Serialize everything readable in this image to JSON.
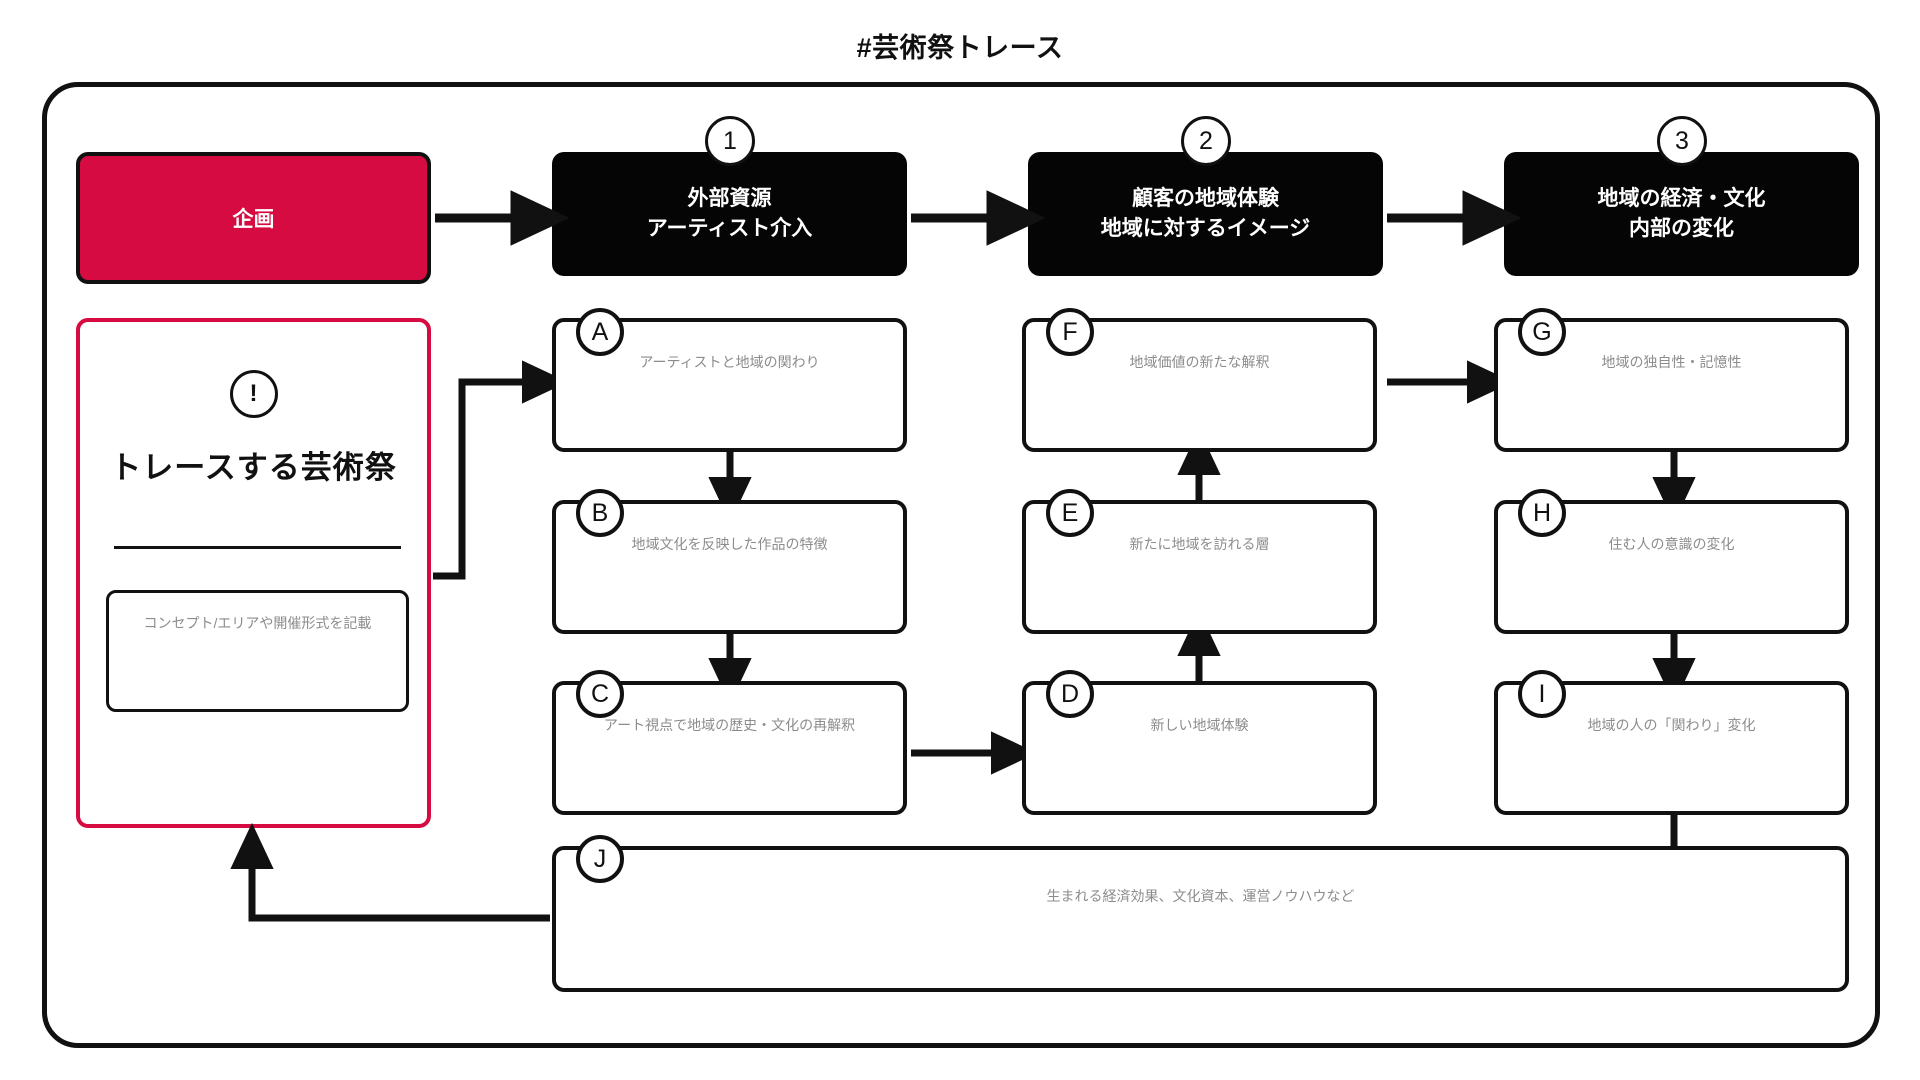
{
  "title": "#芸術祭トレース",
  "colors": {
    "accent": "#d50b41",
    "ink": "#111111",
    "stage_fill": "#050505",
    "muted_text": "#8c8c8c",
    "background": "#ffffff"
  },
  "left_panel": {
    "plan_box": {
      "label": "企画"
    },
    "trace_panel": {
      "alert_icon": "exclamation-circle-icon",
      "alert_glyph": "!",
      "heading": "トレースする芸術祭",
      "note_placeholder": "コンセプト/エリアや開催形式を記載"
    }
  },
  "stages": [
    {
      "number": "1",
      "line1": "外部資源",
      "line2": "アーティスト介入"
    },
    {
      "number": "2",
      "line1": "顧客の地域体験",
      "line2": "地域に対するイメージ"
    },
    {
      "number": "3",
      "line1": "地域の経済・文化",
      "line2": "内部の変化"
    }
  ],
  "nodes": [
    {
      "badge": "A",
      "label": "アーティストと地域の関わり",
      "column": 1,
      "row": 1
    },
    {
      "badge": "B",
      "label": "地域文化を反映した作品の特徴",
      "column": 1,
      "row": 2
    },
    {
      "badge": "C",
      "label": "アート視点で地域の歴史・文化の再解釈",
      "column": 1,
      "row": 3
    },
    {
      "badge": "F",
      "label": "地域価値の新たな解釈",
      "column": 2,
      "row": 1
    },
    {
      "badge": "E",
      "label": "新たに地域を訪れる層",
      "column": 2,
      "row": 2
    },
    {
      "badge": "D",
      "label": "新しい地域体験",
      "column": 2,
      "row": 3
    },
    {
      "badge": "G",
      "label": "地域の独自性・記憶性",
      "column": 3,
      "row": 1
    },
    {
      "badge": "H",
      "label": "住む人の意識の変化",
      "column": 3,
      "row": 2
    },
    {
      "badge": "I",
      "label": "地域の人の「関わり」変化",
      "column": 3,
      "row": 3
    }
  ],
  "summary_node": {
    "badge": "J",
    "label": "生まれる経済効果、文化資本、運営ノウハウなど"
  }
}
